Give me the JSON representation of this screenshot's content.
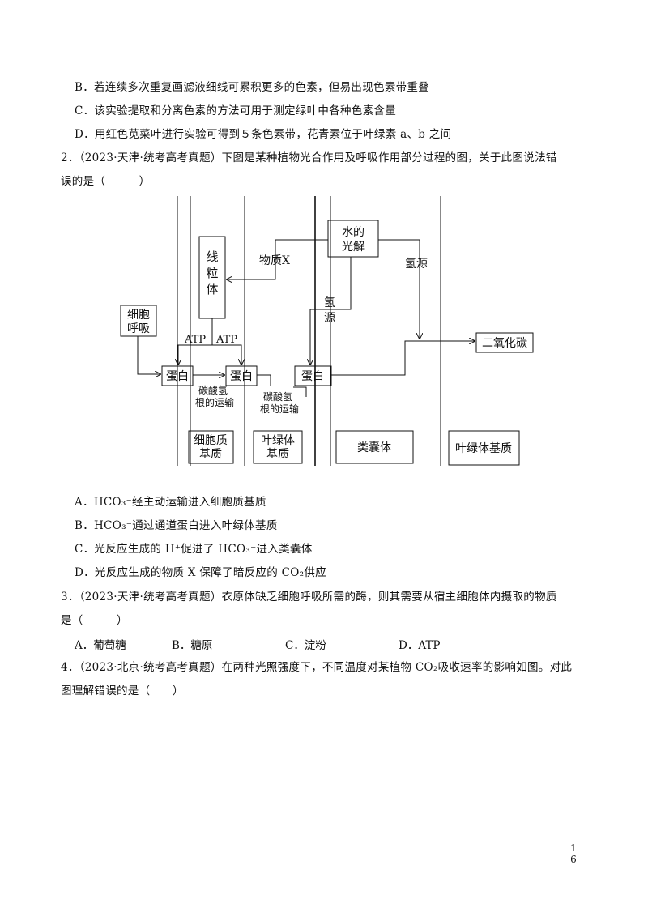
{
  "q1_options": {
    "B": "B．若连续多次重复画滤液细线可累积更多的色素，但易出现色素带重叠",
    "C": "C．该实验提取和分离色素的方法可用于测定绿叶中各种色素含量",
    "D": "D．用红色苋菜叶进行实验可得到５条色素带，花青素位于叶绿素 a、b 之间"
  },
  "q2": {
    "stem_line1": "2．（2023·天津·统考高考真题）下图是某种植物光合作用及呼吸作用部分过程的图，关于此图说法错",
    "stem_line2": "误的是（　　　）",
    "diagram": {
      "mito": "线粒体",
      "resp_line1": "细胞",
      "resp_line2": "呼吸",
      "atp1": "ATP",
      "atp2": "ATP",
      "substance_x": "物质X",
      "water_line1": "水的",
      "water_line2": "光解",
      "h_source_right": "氢源",
      "h_source_mid_1": "氢",
      "h_source_mid_2": "源",
      "co2": "二氧化碳",
      "protein": "蛋白",
      "transport_line1": "碳酸氢",
      "transport_line2": "根的运输",
      "cytoplasm_line1": "细胞质",
      "cytoplasm_line2": "基质",
      "chloro_line1": "叶绿体",
      "chloro_line2": "基质",
      "thylakoid": "类囊体",
      "stroma": "叶绿体基质"
    },
    "options": {
      "A": "A．HCO₃⁻经主动运输进入细胞质基质",
      "B": "B．HCO₃⁻通过通道蛋白进入叶绿体基质",
      "C": "C．光反应生成的 H⁺促进了 HCO₃⁻进入类囊体",
      "D": "D．光反应生成的物质 X 保障了暗反应的 CO₂供应"
    }
  },
  "q3": {
    "stem_line1": "3．（2023·天津·统考高考真题）衣原体缺乏细胞呼吸所需的酶，则其需要从宿主细胞体内摄取的物质",
    "stem_line2": "是（　　　）",
    "choices": [
      "A．葡萄糖",
      "B．糖原",
      "C．淀粉",
      "D．ATP"
    ]
  },
  "q4": {
    "stem_line1": "4．（2023·北京·统考高考真题）在两种光照强度下，不同温度对某植物 CO₂吸收速率的影响如图。对此",
    "stem_line2": "图理解错误的是（　　）"
  },
  "page": {
    "current": "1",
    "total": "6"
  }
}
